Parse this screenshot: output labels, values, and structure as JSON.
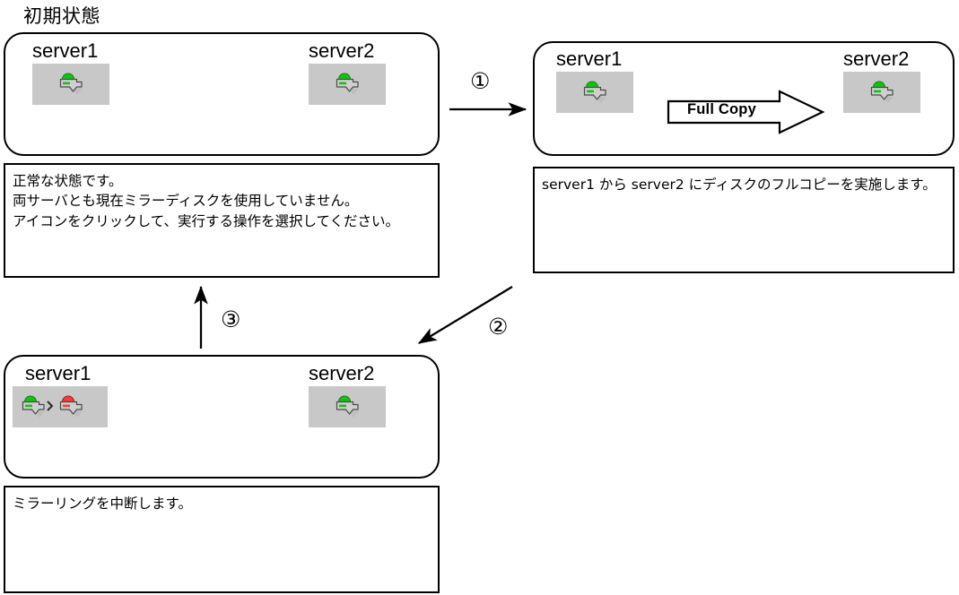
{
  "page": {
    "title": "初期状態",
    "background": "#ffffff",
    "line_color": "#000000",
    "icon_tile_bg": "#c8c8c8",
    "status_green": "#16c016",
    "status_red": "#f23b3b"
  },
  "panels": [
    {
      "id": "initial-state",
      "servers": [
        {
          "name": "server1",
          "icon": "mirror-disk-icon",
          "state": "normal",
          "dual": false
        },
        {
          "name": "server2",
          "icon": "mirror-disk-icon",
          "state": "normal",
          "dual": false
        }
      ],
      "description": "正常な状態です。\n両サーバとも現在ミラーディスクを使用していません。\nアイコンをクリックして、実行する操作を選択してください。"
    },
    {
      "id": "full-copy-state",
      "servers": [
        {
          "name": "server1",
          "icon": "mirror-disk-icon",
          "state": "normal",
          "dual": false
        },
        {
          "name": "server2",
          "icon": "mirror-disk-icon",
          "state": "normal",
          "dual": false
        }
      ],
      "copy_arrow_label": "Full Copy",
      "description": "server1 から server2 にディスクのフルコピーを実施します。"
    },
    {
      "id": "mirror-break-state",
      "servers": [
        {
          "name": "server1",
          "icon": "mirror-disk-pair-icon",
          "state": "broken",
          "dual": true
        },
        {
          "name": "server2",
          "icon": "mirror-disk-icon",
          "state": "normal",
          "dual": false
        }
      ],
      "description": "ミラーリングを中断します。"
    }
  ],
  "transitions": [
    {
      "id": "step-1",
      "marker": "①",
      "direction": "right",
      "from": "initial-state",
      "to": "full-copy-state"
    },
    {
      "id": "step-2",
      "marker": "②",
      "direction": "down-left",
      "from": "full-copy-state",
      "to": "mirror-break-state"
    },
    {
      "id": "step-3",
      "marker": "③",
      "direction": "up",
      "from": "mirror-break-state",
      "to": "initial-state"
    }
  ]
}
